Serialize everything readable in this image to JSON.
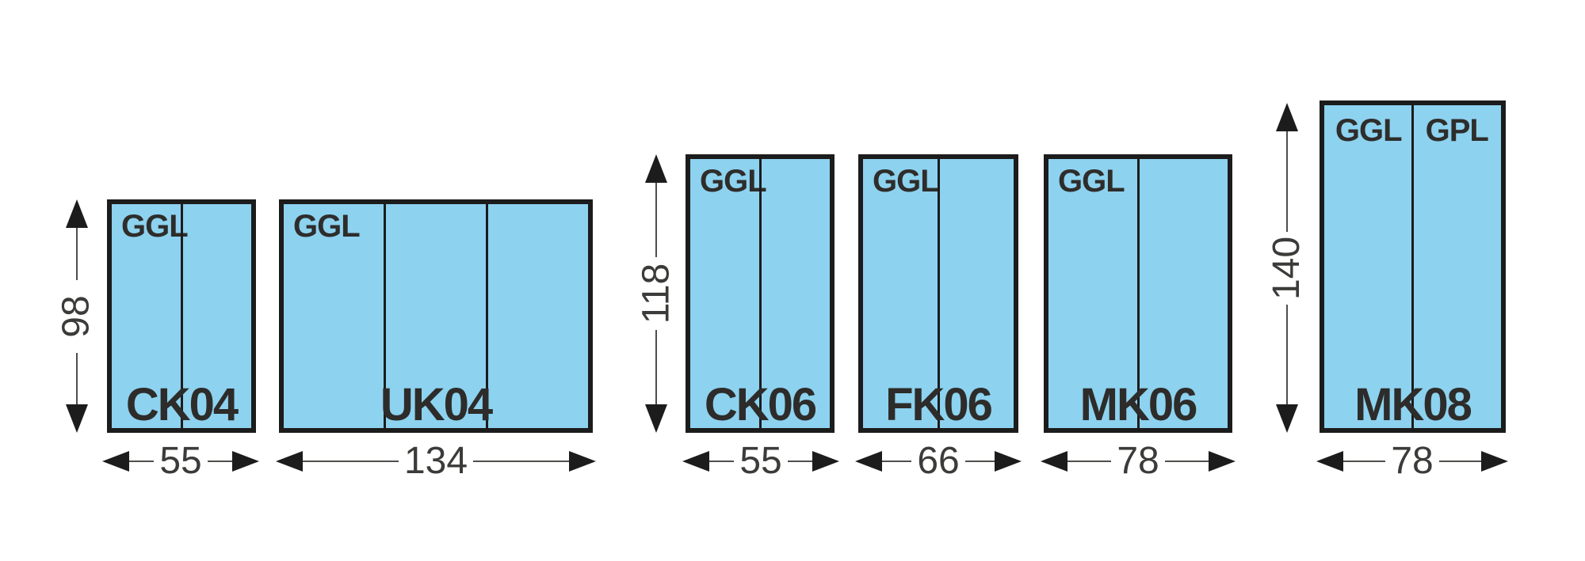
{
  "figure": {
    "description": "Roof window size diagram",
    "window_fill_color": "#8dd2ef",
    "outline_color": "#1c1c1c",
    "background_color": "#ffffff"
  },
  "windows": [
    {
      "name": "CK04",
      "glazings": [
        "GGL"
      ],
      "width_cm": "55",
      "height_cm": "98",
      "panels": 2
    },
    {
      "name": "UK04",
      "glazings": [
        "GGL"
      ],
      "width_cm": "134",
      "panels": 3
    },
    {
      "name": "CK06",
      "glazings": [
        "GGL"
      ],
      "width_cm": "55",
      "height_cm": "118",
      "panels": 2
    },
    {
      "name": "FK06",
      "glazings": [
        "GGL"
      ],
      "width_cm": "66",
      "panels": 2
    },
    {
      "name": "MK06",
      "glazings": [
        "GGL"
      ],
      "width_cm": "78",
      "panels": 2
    },
    {
      "name": "MK08",
      "glazings": [
        "GGL",
        "GPL"
      ],
      "width_cm": "78",
      "height_cm": "140",
      "panels": 2
    }
  ]
}
